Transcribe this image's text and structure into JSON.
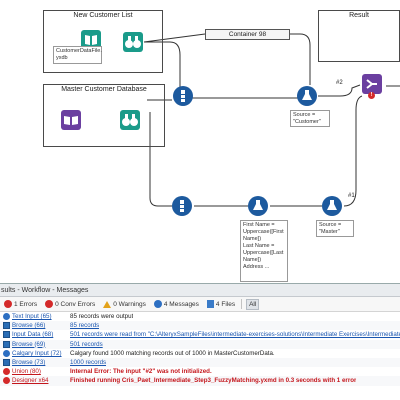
{
  "canvas": {
    "containers": {
      "new_customer_list": {
        "title": "New Customer List"
      },
      "master_customer_db": {
        "title": "Master Customer Database"
      },
      "container98": {
        "title": "Container 98"
      },
      "result": {
        "title": "Result"
      }
    },
    "annotations": {
      "customer_file": "CustomerDataFile.\nyxdb",
      "source_customer": "Source =\n\"Customer\"",
      "source_master": "Source =\n\"Master\"",
      "formula_names": "First Name =\nUppercase([First\nName])\nLast Name =\nUppercase([Last\nName])\nAddress ..."
    },
    "anchors": {
      "hash2": "#2",
      "hash1": "#1"
    },
    "error_badge": "!"
  },
  "results": {
    "header": "sults - Workflow - Messages",
    "toolbar": {
      "errors": "1 Errors",
      "conv_errors": "0 Conv Errors",
      "warnings": "0 Warnings",
      "messages": "4 Messages",
      "files": "4 Files",
      "all": "All"
    },
    "rows": [
      {
        "icon": "info",
        "source": "Text Input (65)",
        "message": "85 records were output",
        "link": false,
        "error": false
      },
      {
        "icon": "table",
        "source": "Browse (66)",
        "message": "85 records",
        "link": true,
        "error": false
      },
      {
        "icon": "table",
        "source": "Input Data (68)",
        "message": "501 records were read from \"C:\\AlteryxSampleFiles\\intermediate-exercises-solutions\\Intermediate Exercises\\Intermediate",
        "link": true,
        "error": false
      },
      {
        "icon": "table",
        "source": "Browse (69)",
        "message": "501 records",
        "link": true,
        "error": false
      },
      {
        "icon": "info",
        "source": "Calgary Input (72)",
        "message": "Calgary found 1000 matching records out of 1000 in MasterCustomerData.",
        "link": false,
        "error": false
      },
      {
        "icon": "table",
        "source": "Browse (73)",
        "message": "1000 records",
        "link": true,
        "error": false
      },
      {
        "icon": "error",
        "source": "Union (80)",
        "message": "Internal Error: The input \"#2\" was not initialized.",
        "link": false,
        "error": true
      },
      {
        "icon": "error",
        "source": "Designer x64",
        "message": "Finished running Cris_Paet_Intermediate_Step3_FuzzyMatching.yxmd in 0.3 seconds with 1 error",
        "link": false,
        "error": true
      }
    ]
  },
  "colors": {
    "teal": "#1a9b8a",
    "purple": "#6b3fa0",
    "blue": "#1d5a9e",
    "error": "#d42a2a",
    "link": "#1a56b0"
  }
}
